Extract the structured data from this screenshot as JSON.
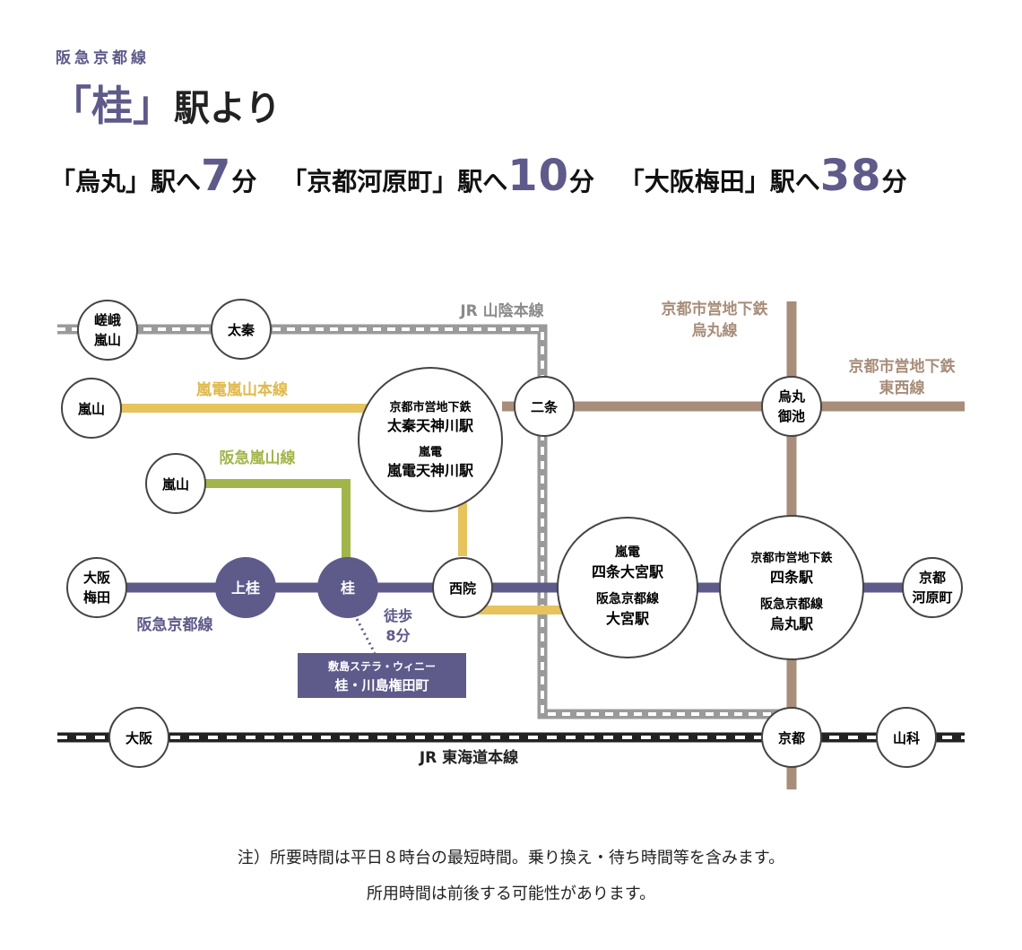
{
  "header": {
    "line_name": "阪急京都線",
    "station_bracket_open": "「",
    "station": "桂",
    "station_bracket_close": "」",
    "station_suffix": "駅より"
  },
  "travel_times": [
    {
      "dest": "「烏丸」駅へ",
      "minutes": "7",
      "unit": "分"
    },
    {
      "dest": "「京都河原町」駅へ",
      "minutes": "10",
      "unit": "分"
    },
    {
      "dest": "「大阪梅田」駅へ",
      "minutes": "38",
      "unit": "分"
    }
  ],
  "colors": {
    "hankyu_kyoto": "#5e5a8a",
    "randen": "#e6c35c",
    "hankyu_arashiyama": "#a2b54a",
    "subway": "#a88d7a",
    "jr": "#9a9a9a",
    "jr_tokaido": "#222222",
    "text_accent": "#5e5a8a"
  },
  "lines": {
    "jr_sanin": "JR 山陰本線",
    "subway_karasuma_1": "京都市営地下鉄",
    "subway_karasuma_2": "烏丸線",
    "subway_tozai_1": "京都市営地下鉄",
    "subway_tozai_2": "東西線",
    "randen_arashiyama": "嵐電嵐山本線",
    "hankyu_arashiyama": "阪急嵐山線",
    "hankyu_kyoto": "阪急京都線",
    "jr_tokaido": "JR 東海道本線"
  },
  "stations": {
    "saga_arashiyama": [
      "嵯峨",
      "嵐山"
    ],
    "uzumasa": "太秦",
    "arashiyama_randen": "嵐山",
    "arashiyama_hankyu": "嵐山",
    "tenjingawa": [
      "京都市営地下鉄",
      "太秦天神川駅",
      "嵐電",
      "嵐電天神川駅"
    ],
    "nijo": "二条",
    "karasuma_oike": [
      "烏丸",
      "御池"
    ],
    "omiya": [
      "嵐電",
      "四条大宮駅",
      "阪急京都線",
      "大宮駅"
    ],
    "shijo": [
      "京都市営地下鉄",
      "四条駅",
      "阪急京都線",
      "烏丸駅"
    ],
    "kawaramachi": [
      "京都",
      "河原町"
    ],
    "osaka_umeda": [
      "大阪",
      "梅田"
    ],
    "kamikatsura": "上桂",
    "katsura": "桂",
    "sain": "西院",
    "osaka": "大阪",
    "kyoto": "京都",
    "yamashina": "山科"
  },
  "walk": {
    "label": "徒歩",
    "time": "8分"
  },
  "property": {
    "line1": "敷島ステラ・ウィニー",
    "line2": "桂・川島権田町"
  },
  "notes": [
    "注）所要時間は平日８時台の最短時間。乗り換え・待ち時間等を含みます。",
    "所用時間は前後する可能性があります。"
  ]
}
